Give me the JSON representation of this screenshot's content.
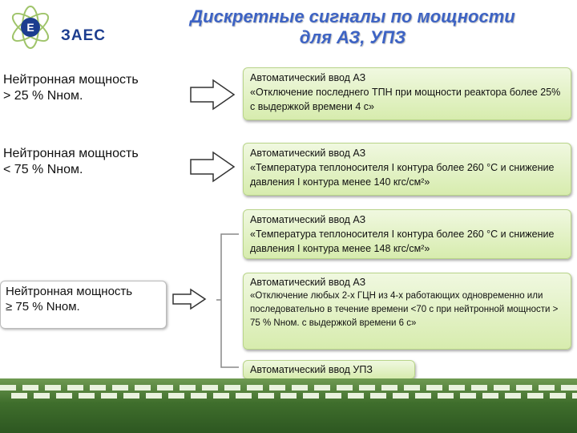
{
  "header": {
    "logo_text": "ЗАЕС",
    "title_line1": "Дискретные сигналы по мощности",
    "title_line2": "для АЗ, УПЗ"
  },
  "conditions": [
    {
      "line1": "Нейтронная мощность",
      "line2": "> 25 % Nном."
    },
    {
      "line1": "Нейтронная мощность",
      "line2": "< 75 % Nном."
    },
    {
      "line1": "Нейтронная мощность",
      "line2": "≥ 75 % Nном."
    }
  ],
  "actions": [
    {
      "head": "Автоматический ввод АЗ",
      "body": "«Отключение последнего ТПН при мощности реактора более 25% с выдержкой времени 4 с»"
    },
    {
      "head": "Автоматический ввод АЗ",
      "body": "«Температура теплоносителя I контура более 260 °С и снижение давления I контура менее 140 кгс/см²»"
    },
    {
      "head": "Автоматический ввод АЗ",
      "body": "«Температура теплоносителя I контура более 260 °С и снижение давления I контура менее 148 кгс/см²»"
    },
    {
      "head": "Автоматический ввод АЗ",
      "body": "«Отключение любых 2-х ГЦН из 4-х работающих одновременно или последовательно в течение времени <70 с при нейтронной мощности > 75 % Nном. с выдержкой времени 6 с»"
    },
    {
      "head": "Автоматический ввод УПЗ",
      "body": ""
    }
  ],
  "colors": {
    "title": "#3d63c4",
    "box_green_light": "#f0f8e0",
    "box_green_dark": "#d7ecae",
    "strip_green": "#3f6e2c"
  },
  "icons": [
    "logo-atom-icon",
    "right-arrow-icon",
    "bracket-connector"
  ]
}
